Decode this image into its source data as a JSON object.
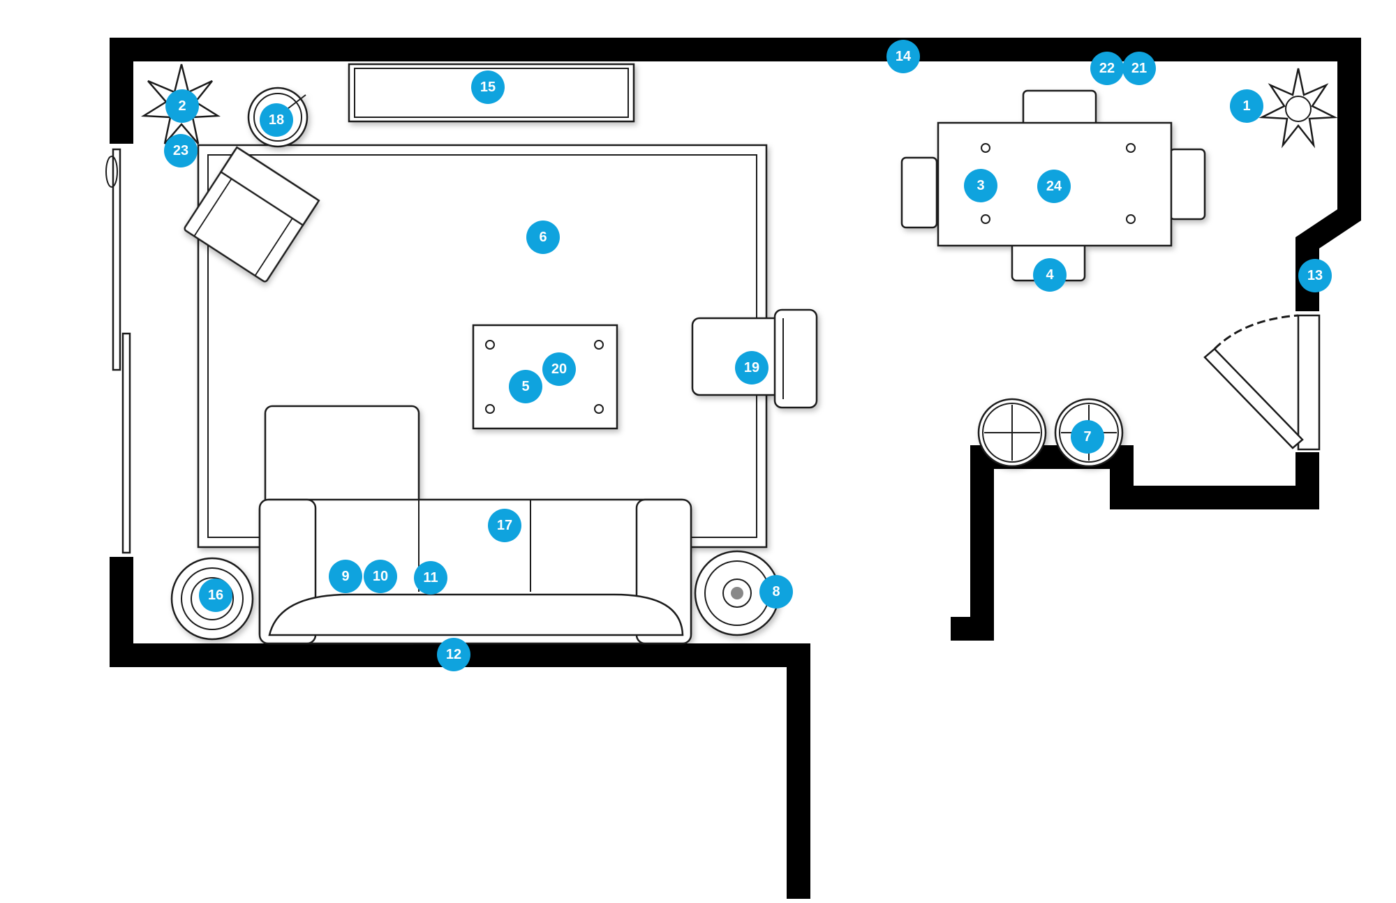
{
  "badges": {
    "b1": "1",
    "b2": "2",
    "b3": "3",
    "b4": "4",
    "b5": "5",
    "b6": "6",
    "b7": "7",
    "b8": "8",
    "b9": "9",
    "b10": "10",
    "b11": "11",
    "b12": "12",
    "b13": "13",
    "b14": "14",
    "b15": "15",
    "b16": "16",
    "b17": "17",
    "b18": "18",
    "b19": "19",
    "b20": "20",
    "b21": "21",
    "b22": "22",
    "b23": "23",
    "b24": "24"
  },
  "colors": {
    "badge": "#0fa3de",
    "wall": "#000000",
    "furniture_outline": "#1a1a1a",
    "background": "#ffffff"
  }
}
